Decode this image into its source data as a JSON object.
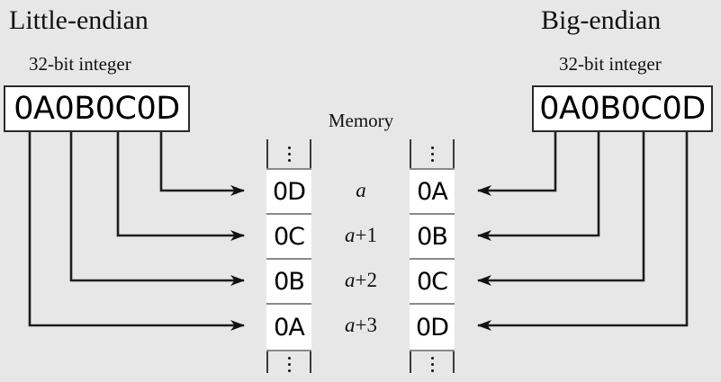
{
  "diagram": {
    "title_left": "Little-endian",
    "title_right": "Big-endian",
    "subtitle_left": "32-bit integer",
    "subtitle_right": "32-bit integer",
    "memory_label": "Memory",
    "background_color": "#e7e7e7",
    "line_color": "#2a2a2a"
  },
  "little_endian": {
    "integer_value": "0A0B0C0D",
    "memory_bytes": [
      "0D",
      "0C",
      "0B",
      "0A"
    ],
    "ellipsis_top": "vertical-ellipsis",
    "ellipsis_bottom": "vertical-ellipsis"
  },
  "big_endian": {
    "integer_value": "0A0B0C0D",
    "memory_bytes": [
      "0A",
      "0B",
      "0C",
      "0D"
    ],
    "ellipsis_top": "vertical-ellipsis",
    "ellipsis_bottom": "vertical-ellipsis"
  },
  "addresses": [
    {
      "base": "a",
      "offset": ""
    },
    {
      "base": "a",
      "offset": "+1"
    },
    {
      "base": "a",
      "offset": "+2"
    },
    {
      "base": "a",
      "offset": "+3"
    }
  ]
}
